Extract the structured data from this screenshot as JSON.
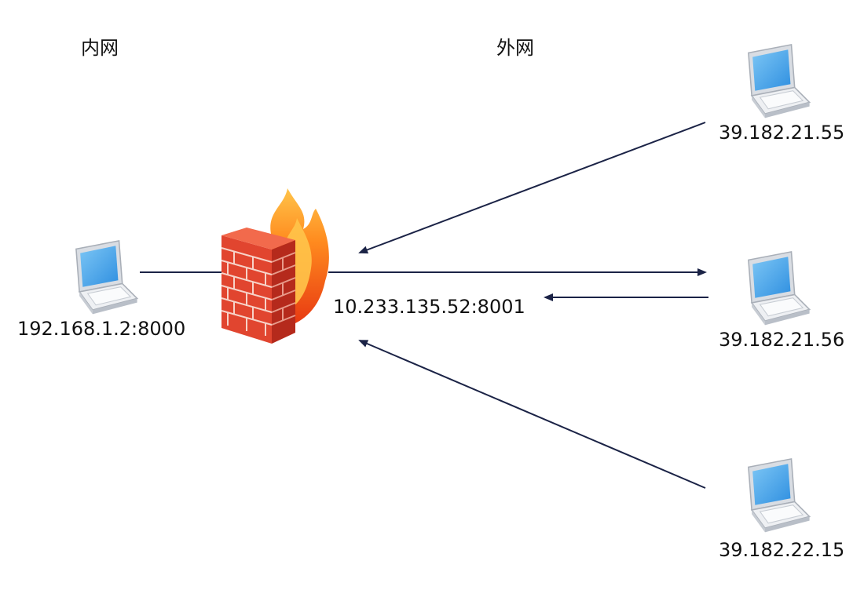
{
  "zones": {
    "inner": "内网",
    "outer": "外网"
  },
  "nodes": {
    "inner_host": "192.168.1.2:8000",
    "firewall": "10.233.135.52:8001",
    "peer1": "39.182.21.55",
    "peer2": "39.182.21.56",
    "peer3": "39.182.22.15"
  },
  "colors": {
    "line": "#1b2346",
    "screen": "#4fa8e8",
    "brick": "#dd3b2a",
    "flame": "#ff8a1e"
  }
}
